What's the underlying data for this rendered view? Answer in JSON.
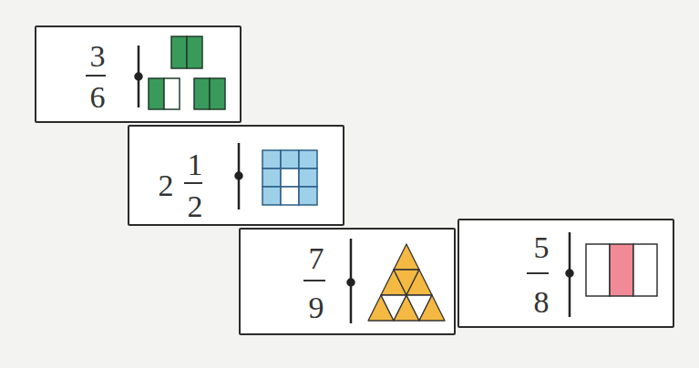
{
  "diagram": {
    "nodes": [
      {
        "text": [
          "3",
          "6"
        ]
      },
      {
        "text": [
          "2",
          "1",
          "2"
        ]
      },
      {
        "text": [
          "7",
          "9"
        ]
      },
      {
        "text": [
          "5",
          "8"
        ]
      }
    ]
  }
}
